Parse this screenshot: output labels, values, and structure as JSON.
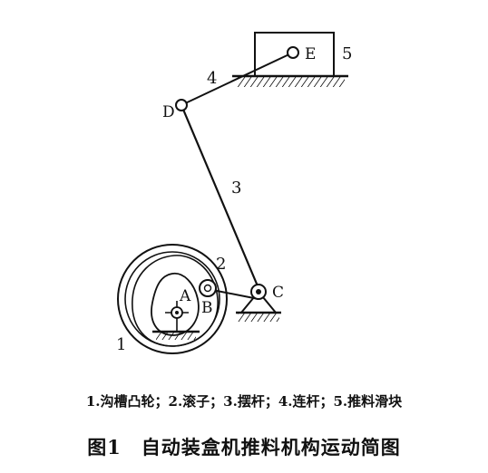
{
  "labels": {
    "point_a": "A",
    "point_b": "B",
    "point_c": "C",
    "point_d": "D",
    "point_e": "E",
    "part_1": "1",
    "part_2": "2",
    "part_3": "3",
    "part_4": "4",
    "part_5": "5"
  },
  "legend": "1.沟槽凸轮；2.滚子；3.摆杆；4.连杆；5.推料滑块",
  "title": "图1　自动装盒机推料机构运动简图"
}
